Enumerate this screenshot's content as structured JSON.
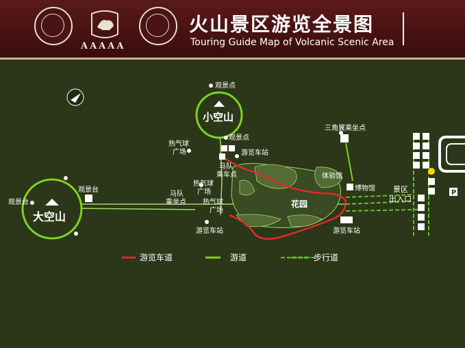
{
  "header": {
    "title_cn": "火山景区游览全景图",
    "title_en": "Touring Guide Map of Volcanic Scenic Area",
    "rating": "AAAAA",
    "logos": [
      "national-park-logo",
      "scenic-area-horse-logo",
      "national-geopark-logo"
    ]
  },
  "map": {
    "volcanoes": {
      "small": "小空山",
      "large": "大空山"
    },
    "labels": {
      "viewpoint_small_top": "观景点",
      "viewpoint_small_bottom": "观景点",
      "viewpoint_large_left": "观景台",
      "viewpoint_large_right": "观景台",
      "balloon_square_1_line1": "热气球",
      "balloon_square_1_line2": "广场",
      "balloon_square_2_line1": "热气球",
      "balloon_square_2_line2": "广场",
      "balloon_square_3_line1": "热气球",
      "balloon_square_3_line2": "广场",
      "horse_point_1_line1": "马队",
      "horse_point_1_line2": "乘车点",
      "horse_point_2_line1": "马队",
      "horse_point_2_line2": "乘坐点",
      "tour_bus_station_top": "游览车站",
      "tour_bus_station_bottom": "游览车站",
      "tour_bus_station_right": "游览车站",
      "experience_hall": "体验馆",
      "museum": "博物馆",
      "garden": "花园",
      "hang_glider_line1": "三角翼乘坐点",
      "entrance_line1": "景区",
      "entrance_line2": "出入口"
    },
    "legend": {
      "bus_road": "游览车道",
      "tour_path": "游道",
      "walkway": "步行道"
    }
  },
  "colors": {
    "background": "#2b3718",
    "header": "#4a1414",
    "bus_road": "#e02a2a",
    "tour_path": "#7ed321",
    "walkway": "#5fc12a"
  }
}
